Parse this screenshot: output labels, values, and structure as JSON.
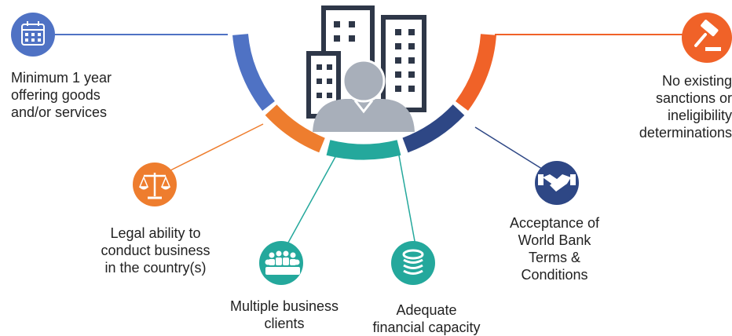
{
  "colors": {
    "blue": "#4f72c4",
    "orange": "#ee7d2e",
    "teal": "#24a89c",
    "navy": "#2e4785",
    "red_orange": "#f06228",
    "building": "#2e3748",
    "person": "#a8afba"
  },
  "items": [
    {
      "id": "minimum-year",
      "icon": "calendar-icon",
      "color": "#4f72c4",
      "lines": [
        "Minimum 1 year",
        "offering goods",
        "and/or services"
      ]
    },
    {
      "id": "legal-ability",
      "icon": "scales-icon",
      "color": "#ee7d2e",
      "lines": [
        "Legal ability to",
        "conduct business",
        "in the country(s)"
      ]
    },
    {
      "id": "multiple-clients",
      "icon": "people-group-icon",
      "color": "#24a89c",
      "lines": [
        "Multiple business",
        "clients"
      ]
    },
    {
      "id": "financial-capacity",
      "icon": "coins-icon",
      "color": "#24a89c",
      "lines": [
        "Adequate",
        "financial capacity"
      ]
    },
    {
      "id": "acceptance-terms",
      "icon": "handshake-icon",
      "color": "#2e4785",
      "lines": [
        "Acceptance of",
        "World Bank",
        "Terms &",
        "Conditions"
      ]
    },
    {
      "id": "no-sanctions",
      "icon": "gavel-icon",
      "color": "#f06228",
      "lines": [
        "No existing",
        "sanctions or",
        "ineligibility",
        "determinations"
      ]
    }
  ]
}
